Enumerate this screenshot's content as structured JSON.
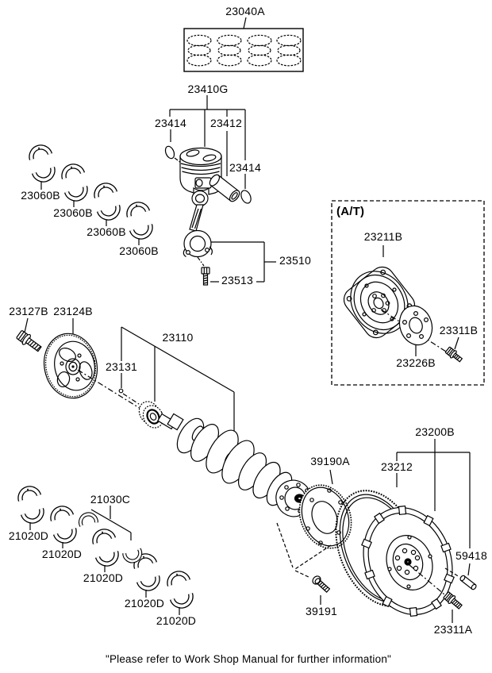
{
  "diagram": {
    "at_label": "(A/T)",
    "footer_note": "\"Please refer to Work Shop Manual for further information\"",
    "parts": [
      {
        "id": "ring-set",
        "text": "23040A"
      },
      {
        "id": "piston-assy",
        "text": "23410G"
      },
      {
        "id": "snap-ring-left",
        "text": "23414"
      },
      {
        "id": "piston-pin",
        "text": "23412"
      },
      {
        "id": "snap-ring-right",
        "text": "23414"
      },
      {
        "id": "rod-bearing-1",
        "text": "23060B"
      },
      {
        "id": "rod-bearing-2",
        "text": "23060B"
      },
      {
        "id": "rod-bearing-3",
        "text": "23060B"
      },
      {
        "id": "rod-bearing-4",
        "text": "23060B"
      },
      {
        "id": "connecting-rod",
        "text": "23510"
      },
      {
        "id": "rod-bolt",
        "text": "23513"
      },
      {
        "id": "pulley-bolt",
        "text": "23127B"
      },
      {
        "id": "crank-pulley",
        "text": "23124B"
      },
      {
        "id": "crankshaft",
        "text": "23110"
      },
      {
        "id": "woodruff-key",
        "text": "23131"
      },
      {
        "id": "drive-plate-at",
        "text": "23211B"
      },
      {
        "id": "bolt-at",
        "text": "23311B"
      },
      {
        "id": "adapter-plate-at",
        "text": "23226B"
      },
      {
        "id": "flywheel",
        "text": "23200B"
      },
      {
        "id": "adapter-plate",
        "text": "39190A"
      },
      {
        "id": "ring-gear",
        "text": "23212"
      },
      {
        "id": "dowel-pin",
        "text": "59418"
      },
      {
        "id": "thrust-washer-set",
        "text": "21030C"
      },
      {
        "id": "main-bearing-1",
        "text": "21020D"
      },
      {
        "id": "main-bearing-2",
        "text": "21020D"
      },
      {
        "id": "main-bearing-3",
        "text": "21020D"
      },
      {
        "id": "main-bearing-4",
        "text": "21020D"
      },
      {
        "id": "main-bearing-5",
        "text": "21020D"
      },
      {
        "id": "sensor-screw",
        "text": "39191"
      },
      {
        "id": "flywheel-bolt",
        "text": "23311A"
      }
    ]
  }
}
